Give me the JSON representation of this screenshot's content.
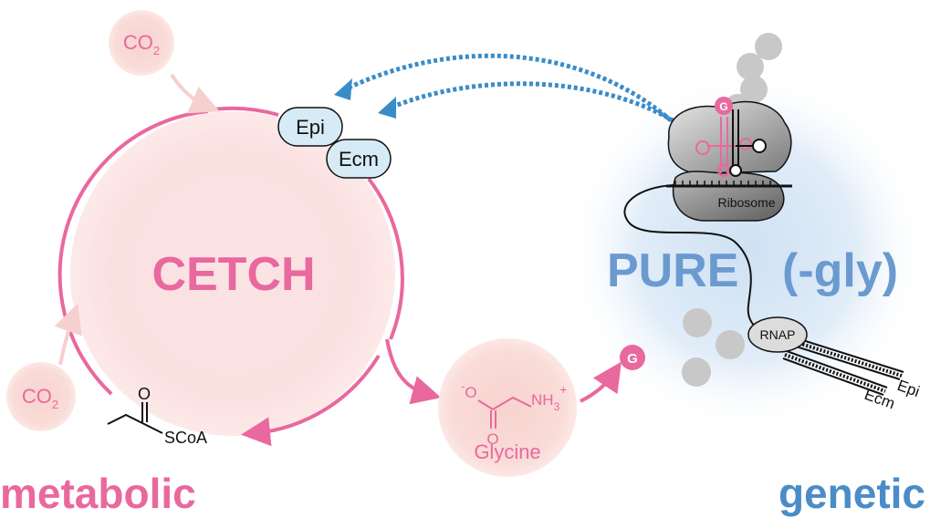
{
  "colors": {
    "pink": "#e9689e",
    "pink_light": "#f9ddd9",
    "blue": "#6a9ad0",
    "blue_dark": "#3a8cc8",
    "blue_haze": "#d6e6f5",
    "enzyme_fill": "#d7ebf6",
    "gray": "#c8c8c8"
  },
  "labels": {
    "cetch": "CETCH",
    "pure": "PURE",
    "gly": "(-gly)",
    "metabolic": "metabolic",
    "genetic": "genetic",
    "co2_text": "CO",
    "co2_sub": "2",
    "epi": "Epi",
    "ecm": "Ecm",
    "ribosome": "Ribosome",
    "rnap": "RNAP",
    "glycine": "Glycine",
    "g_token": "G",
    "gene_epi": "Epi",
    "gene_ecm": "Ecm",
    "propionyl_o": "O",
    "propionyl_scoa": "SCoA",
    "gly_o_minus": "O",
    "gly_minus": "-",
    "gly_o": "O",
    "gly_nh": "NH",
    "gly_sub3": "3",
    "gly_plus": "+"
  }
}
